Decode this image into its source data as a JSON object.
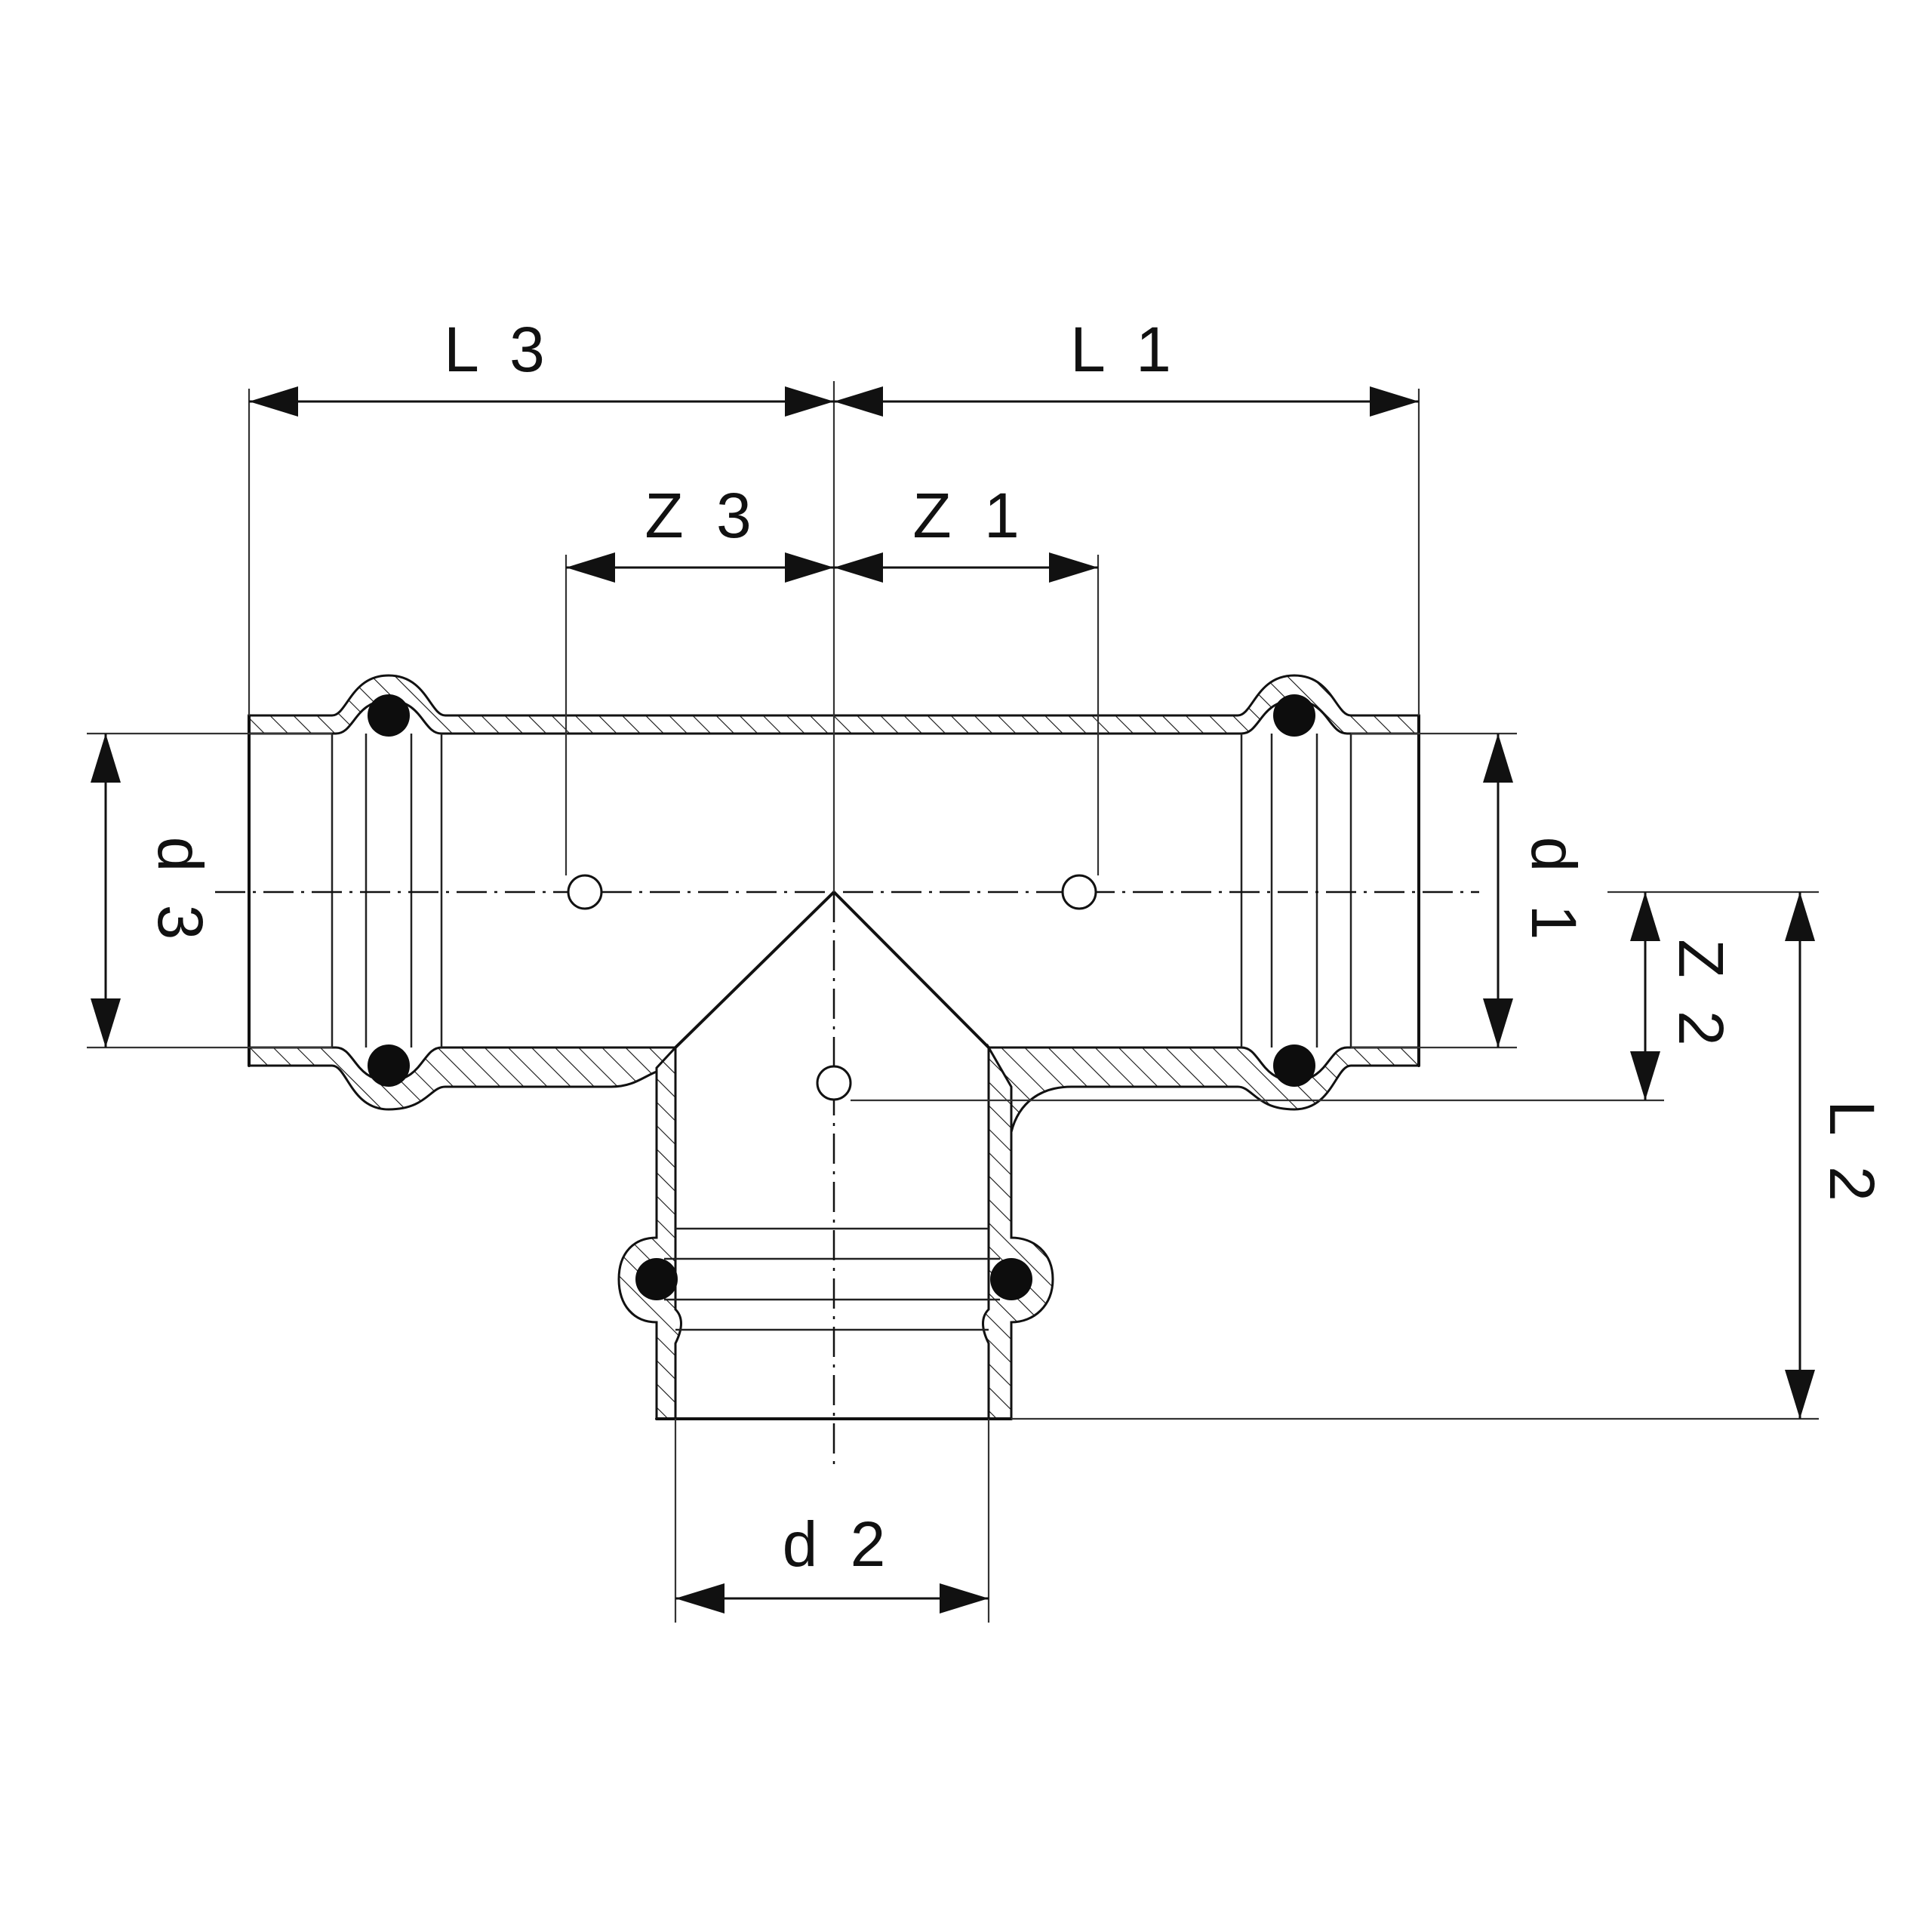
{
  "labels": {
    "L1": "L 1",
    "L2": "L 2",
    "L3": "L 3",
    "Z1": "Z 1",
    "Z2": "Z 2",
    "Z3": "Z 3",
    "d1": "d 1",
    "d2": "d 2",
    "d3": "d 3"
  }
}
